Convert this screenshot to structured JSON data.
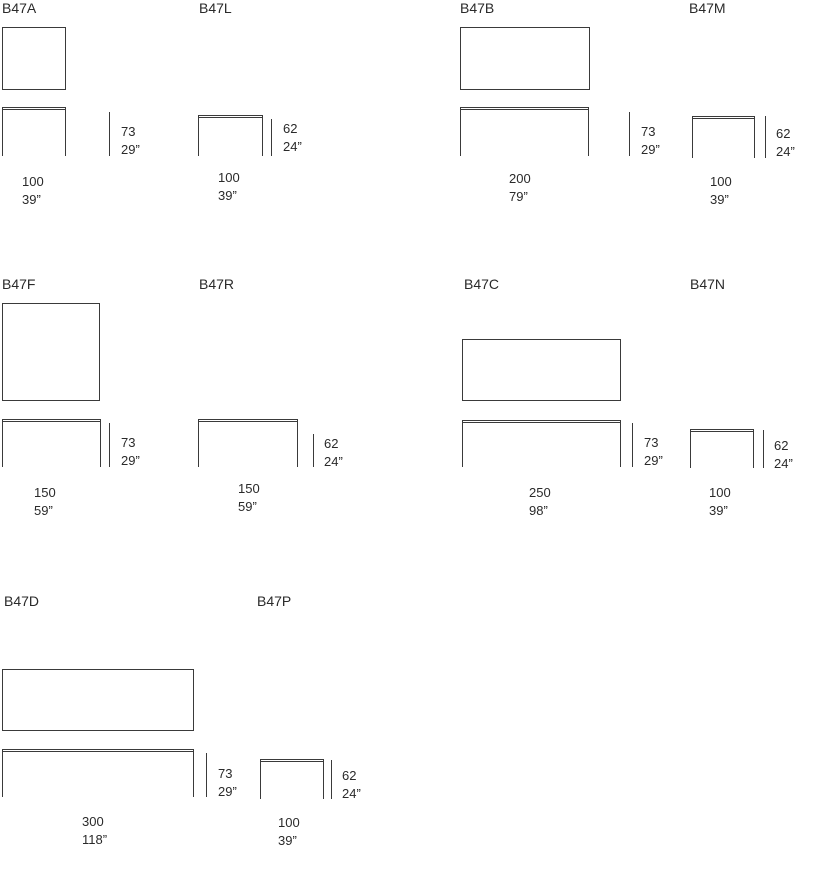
{
  "tables": [
    {
      "code": "B47A",
      "height": {
        "cm": "73",
        "in": "29”"
      },
      "length": {
        "cm": "100",
        "in": "39”"
      }
    },
    {
      "code": "B47L",
      "height": {
        "cm": "62",
        "in": "24”"
      },
      "length": {
        "cm": "100",
        "in": "39”"
      }
    },
    {
      "code": "B47B",
      "height": {
        "cm": "73",
        "in": "29”"
      },
      "length": {
        "cm": "200",
        "in": "79”"
      }
    },
    {
      "code": "B47M",
      "height": {
        "cm": "62",
        "in": "24”"
      },
      "length": {
        "cm": "100",
        "in": "39”"
      }
    },
    {
      "code": "B47F",
      "height": {
        "cm": "73",
        "in": "29”"
      },
      "length": {
        "cm": "150",
        "in": "59”"
      }
    },
    {
      "code": "B47R",
      "height": {
        "cm": "62",
        "in": "24”"
      },
      "length": {
        "cm": "150",
        "in": "59”"
      }
    },
    {
      "code": "B47C",
      "height": {
        "cm": "73",
        "in": "29”"
      },
      "length": {
        "cm": "250",
        "in": "98”"
      }
    },
    {
      "code": "B47N",
      "height": {
        "cm": "62",
        "in": "24”"
      },
      "length": {
        "cm": "100",
        "in": "39”"
      }
    },
    {
      "code": "B47D",
      "height": {
        "cm": "73",
        "in": "29”"
      },
      "length": {
        "cm": "300",
        "in": "118”"
      }
    },
    {
      "code": "B47P",
      "height": {
        "cm": "62",
        "in": "24”"
      },
      "length": {
        "cm": "100",
        "in": "39”"
      }
    }
  ]
}
